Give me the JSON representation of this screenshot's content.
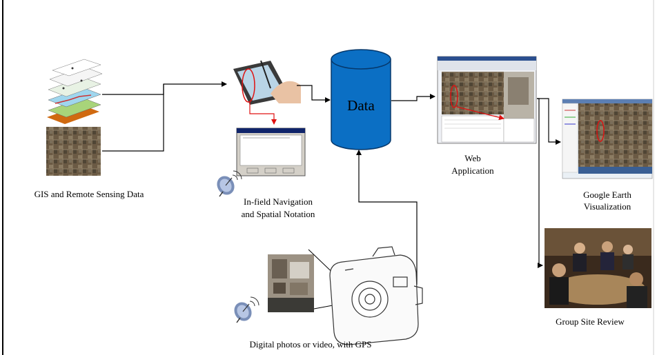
{
  "labels": {
    "gis": "GIS and Remote Sensing Data",
    "infield_line1": "In-field Navigation",
    "infield_line2": "and  Spatial Notation",
    "data": "Data",
    "web_line1": "Web",
    "web_line2": "Application",
    "google_line1": "Google Earth",
    "google_line2": "Visualization",
    "group": "Group Site Review",
    "digital": "Digital photos or video, with GPS"
  },
  "colors": {
    "cylinder_fill": "#0b6fc4",
    "cylinder_stroke": "#06386b",
    "connector": "#000000",
    "highlight_red": "#e01010"
  },
  "icons": [
    "gis-layers-icon",
    "satellite-image-icon",
    "tablet-pen-icon",
    "dialog-window-icon",
    "satellite-dish-icon",
    "data-cylinder-icon",
    "web-app-screenshot-icon",
    "google-earth-screenshot-icon",
    "group-meeting-photo-icon",
    "building-photo-icon",
    "camera-icon"
  ]
}
